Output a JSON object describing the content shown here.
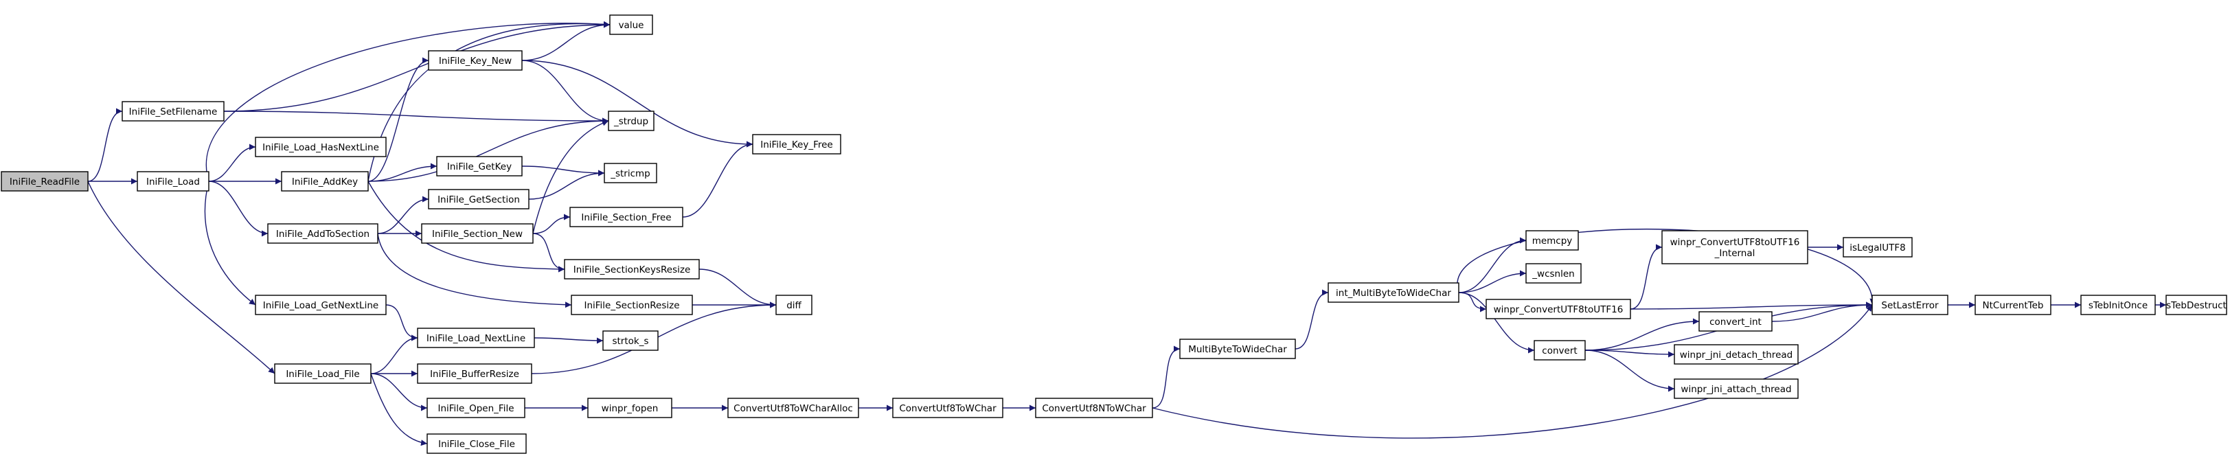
{
  "graph": {
    "type": "call-graph",
    "edge_color": "#191970",
    "root_fill": "#bfbfbf",
    "nodes": [
      {
        "id": "n_readfile",
        "label": "IniFile_ReadFile",
        "root": true
      },
      {
        "id": "n_setfilename",
        "label": "IniFile_SetFilename"
      },
      {
        "id": "n_load",
        "label": "IniFile_Load"
      },
      {
        "id": "n_hasnextline",
        "label": "IniFile_Load_HasNextLine"
      },
      {
        "id": "n_addkey",
        "label": "IniFile_AddKey"
      },
      {
        "id": "n_addtosection",
        "label": "IniFile_AddToSection"
      },
      {
        "id": "n_getnextline",
        "label": "IniFile_Load_GetNextLine"
      },
      {
        "id": "n_loadfile",
        "label": "IniFile_Load_File"
      },
      {
        "id": "n_keynew",
        "label": "IniFile_Key_New"
      },
      {
        "id": "n_getkey",
        "label": "IniFile_GetKey"
      },
      {
        "id": "n_getsection",
        "label": "IniFile_GetSection"
      },
      {
        "id": "n_sectionnew",
        "label": "IniFile_Section_New"
      },
      {
        "id": "n_nextline",
        "label": "IniFile_Load_NextLine"
      },
      {
        "id": "n_bufferresize",
        "label": "IniFile_BufferResize"
      },
      {
        "id": "n_openfile",
        "label": "IniFile_Open_File"
      },
      {
        "id": "n_closefile",
        "label": "IniFile_Close_File"
      },
      {
        "id": "n_value",
        "label": "value"
      },
      {
        "id": "n_strdup",
        "label": "_strdup"
      },
      {
        "id": "n_stricmp",
        "label": "_stricmp"
      },
      {
        "id": "n_sectionfree",
        "label": "IniFile_Section_Free"
      },
      {
        "id": "n_sectionkeysresize",
        "label": "IniFile_SectionKeysResize"
      },
      {
        "id": "n_sectionresize",
        "label": "IniFile_SectionResize"
      },
      {
        "id": "n_strtok",
        "label": "strtok_s"
      },
      {
        "id": "n_fopen",
        "label": "winpr_fopen"
      },
      {
        "id": "n_keyfree",
        "label": "IniFile_Key_Free"
      },
      {
        "id": "n_diff",
        "label": "diff"
      },
      {
        "id": "n_alloc",
        "label": "ConvertUtf8ToWCharAlloc"
      },
      {
        "id": "n_toWChar",
        "label": "ConvertUtf8ToWChar"
      },
      {
        "id": "n_NtoWChar",
        "label": "ConvertUtf8NToWChar"
      },
      {
        "id": "n_mb2wc",
        "label": "MultiByteToWideChar"
      },
      {
        "id": "n_intmb2wc",
        "label": "int_MultiByteToWideChar"
      },
      {
        "id": "n_memcpy",
        "label": "memcpy"
      },
      {
        "id": "n_wcsnlen",
        "label": "_wcsnlen"
      },
      {
        "id": "n_utf8to16",
        "label": "winpr_ConvertUTF8toUTF16"
      },
      {
        "id": "n_convert",
        "label": "convert"
      },
      {
        "id": "n_internal",
        "label_lines": [
          "winpr_ConvertUTF8toUTF16",
          "_Internal"
        ]
      },
      {
        "id": "n_legal",
        "label": "isLegalUTF8"
      },
      {
        "id": "n_convertint",
        "label": "convert_int"
      },
      {
        "id": "n_detach",
        "label": "winpr_jni_detach_thread"
      },
      {
        "id": "n_attach",
        "label": "winpr_jni_attach_thread"
      },
      {
        "id": "n_setlasterror",
        "label": "SetLastError"
      },
      {
        "id": "n_ntteb",
        "label": "NtCurrentTeb"
      },
      {
        "id": "n_tebinit",
        "label": "sTebInitOnce"
      },
      {
        "id": "n_tebdestruct",
        "label": "sTebDestruct"
      }
    ],
    "edges": [
      [
        "n_readfile",
        "n_setfilename"
      ],
      [
        "n_readfile",
        "n_load"
      ],
      [
        "n_readfile",
        "n_loadfile"
      ],
      [
        "n_setfilename",
        "n_value"
      ],
      [
        "n_setfilename",
        "n_strdup"
      ],
      [
        "n_load",
        "n_value"
      ],
      [
        "n_load",
        "n_hasnextline"
      ],
      [
        "n_load",
        "n_addkey"
      ],
      [
        "n_load",
        "n_addtosection"
      ],
      [
        "n_load",
        "n_getnextline"
      ],
      [
        "n_addkey",
        "n_value"
      ],
      [
        "n_addkey",
        "n_keynew"
      ],
      [
        "n_addkey",
        "n_strdup"
      ],
      [
        "n_addkey",
        "n_getkey"
      ],
      [
        "n_addkey",
        "n_sectionkeysresize"
      ],
      [
        "n_addtosection",
        "n_getsection"
      ],
      [
        "n_addtosection",
        "n_sectionnew"
      ],
      [
        "n_addtosection",
        "n_sectionresize"
      ],
      [
        "n_getnextline",
        "n_nextline"
      ],
      [
        "n_loadfile",
        "n_nextline"
      ],
      [
        "n_loadfile",
        "n_bufferresize"
      ],
      [
        "n_loadfile",
        "n_openfile"
      ],
      [
        "n_loadfile",
        "n_closefile"
      ],
      [
        "n_keynew",
        "n_value"
      ],
      [
        "n_keynew",
        "n_strdup"
      ],
      [
        "n_keynew",
        "n_keyfree"
      ],
      [
        "n_getkey",
        "n_stricmp"
      ],
      [
        "n_getsection",
        "n_stricmp"
      ],
      [
        "n_sectionnew",
        "n_strdup"
      ],
      [
        "n_sectionnew",
        "n_sectionfree"
      ],
      [
        "n_sectionnew",
        "n_sectionkeysresize"
      ],
      [
        "n_sectionfree",
        "n_keyfree"
      ],
      [
        "n_sectionkeysresize",
        "n_diff"
      ],
      [
        "n_sectionresize",
        "n_diff"
      ],
      [
        "n_nextline",
        "n_strtok"
      ],
      [
        "n_bufferresize",
        "n_diff"
      ],
      [
        "n_openfile",
        "n_fopen"
      ],
      [
        "n_fopen",
        "n_alloc"
      ],
      [
        "n_alloc",
        "n_toWChar"
      ],
      [
        "n_toWChar",
        "n_NtoWChar"
      ],
      [
        "n_NtoWChar",
        "n_mb2wc"
      ],
      [
        "n_NtoWChar",
        "n_setlasterror"
      ],
      [
        "n_mb2wc",
        "n_intmb2wc"
      ],
      [
        "n_intmb2wc",
        "n_memcpy"
      ],
      [
        "n_intmb2wc",
        "n_wcsnlen"
      ],
      [
        "n_intmb2wc",
        "n_utf8to16"
      ],
      [
        "n_intmb2wc",
        "n_convert"
      ],
      [
        "n_intmb2wc",
        "n_setlasterror"
      ],
      [
        "n_utf8to16",
        "n_internal"
      ],
      [
        "n_utf8to16",
        "n_setlasterror"
      ],
      [
        "n_internal",
        "n_legal"
      ],
      [
        "n_convert",
        "n_convertint"
      ],
      [
        "n_convert",
        "n_detach"
      ],
      [
        "n_convert",
        "n_attach"
      ],
      [
        "n_convert",
        "n_setlasterror"
      ],
      [
        "n_convertint",
        "n_setlasterror"
      ],
      [
        "n_setlasterror",
        "n_ntteb"
      ],
      [
        "n_ntteb",
        "n_tebinit"
      ],
      [
        "n_tebinit",
        "n_tebdestruct"
      ]
    ]
  }
}
